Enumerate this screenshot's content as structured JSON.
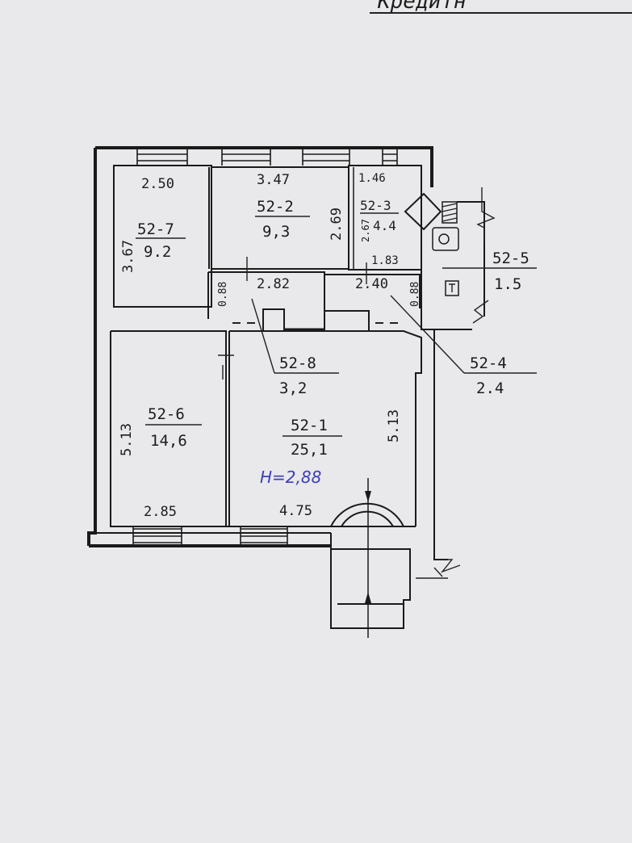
{
  "header_fragment": "Кредитн",
  "ceiling_height": "H=2,88",
  "rooms": [
    {
      "id": "52-1",
      "area": "25,1",
      "width": "4.75",
      "length": "5.13"
    },
    {
      "id": "52-2",
      "area": "9,3",
      "width": "3.47",
      "length": "2.69"
    },
    {
      "id": "52-3",
      "area": "4.4",
      "width": "1.46",
      "length": "2.67",
      "extra": "1.83"
    },
    {
      "id": "52-4",
      "area": "2.4",
      "width": "2.40",
      "length": "0.88"
    },
    {
      "id": "52-5",
      "area": "1.5"
    },
    {
      "id": "52-6",
      "area": "14,6",
      "width": "2.85",
      "length": "5.13"
    },
    {
      "id": "52-7",
      "area": "9.2",
      "width": "2.50",
      "length": "3.67"
    },
    {
      "id": "52-8",
      "area": "3,2",
      "width": "2.82",
      "length": "0.88"
    }
  ],
  "colors": {
    "paper": "#e9e8ea",
    "ink": "#1a1a1a",
    "handwriting": "#3d3fb8"
  }
}
